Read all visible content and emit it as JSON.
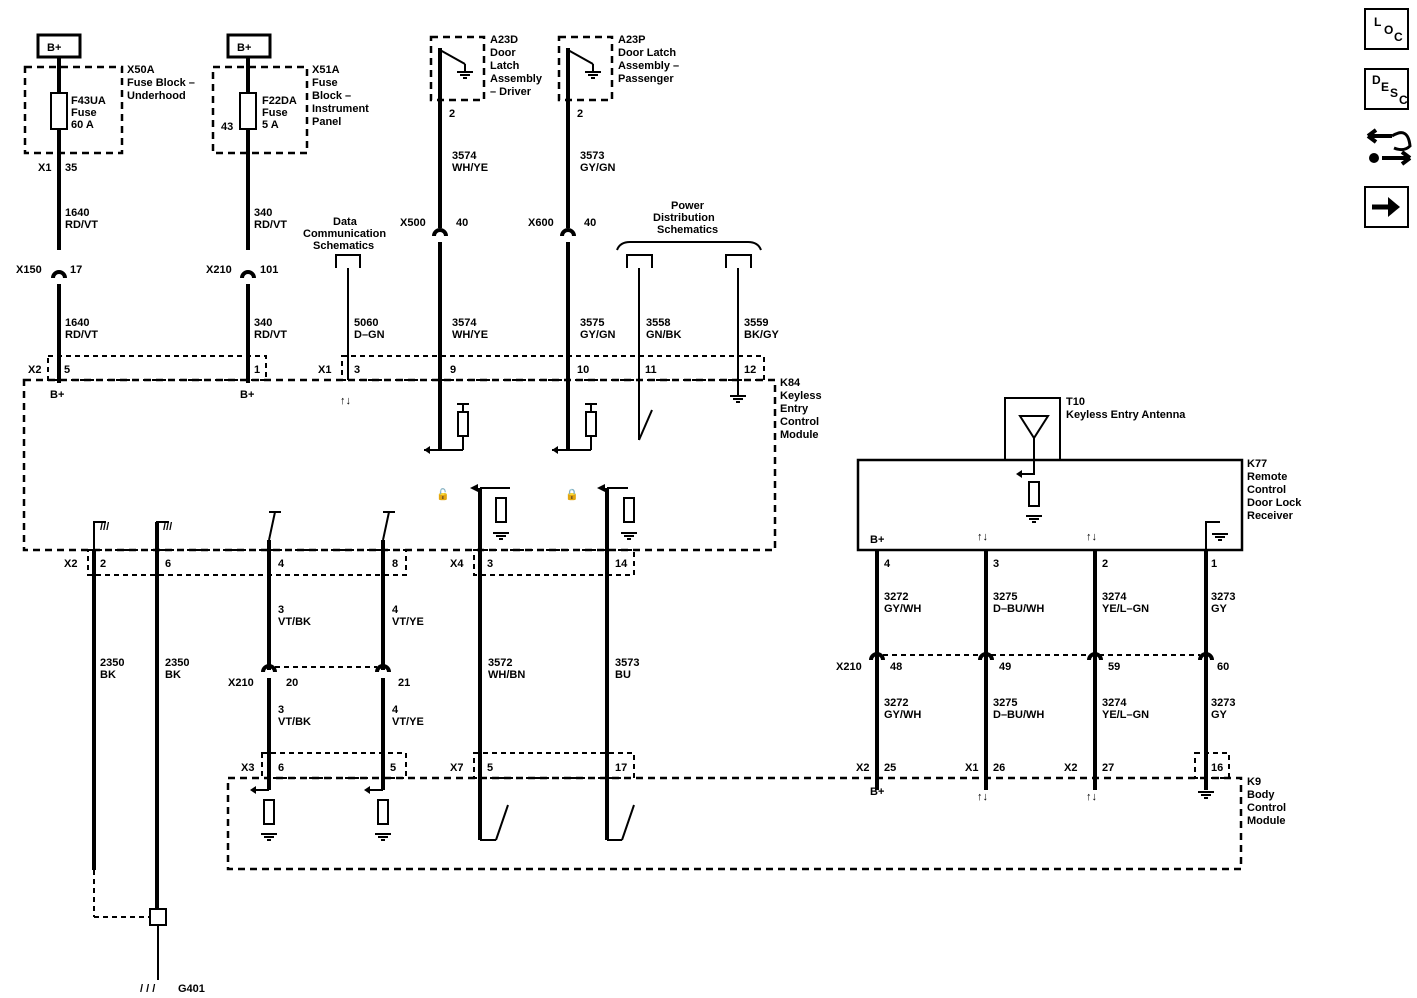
{
  "nav": {
    "loc": [
      "L",
      "O",
      "C"
    ],
    "desc": [
      "D",
      "E",
      "S",
      "C"
    ]
  },
  "fuses": {
    "bplus": "B+",
    "x50a": [
      "X50A",
      "Fuse Block –",
      "Underhood"
    ],
    "f43ua": [
      "F43UA",
      "Fuse",
      "60 A"
    ],
    "x51a": [
      "X51A",
      "Fuse",
      "Block –",
      "Instrument",
      "Panel"
    ],
    "f22da": [
      "F22DA",
      "Fuse",
      "5 A"
    ],
    "pin43": "43",
    "x1": "X1",
    "pin35": "35"
  },
  "latches": {
    "a23d": [
      "A23D",
      "Door",
      "Latch",
      "Assembly",
      "– Driver"
    ],
    "a23p": [
      "A23P",
      "Door Latch",
      "Assembly –",
      "Passenger"
    ],
    "pin2": "2"
  },
  "wires": {
    "w1640": [
      "1640",
      "RD/VT"
    ],
    "w340": [
      "340",
      "RD/VT"
    ],
    "w3574": [
      "3574",
      "WH/YE"
    ],
    "w3573": [
      "3573",
      "GY/GN"
    ],
    "w3575": [
      "3575",
      "GY/GN"
    ],
    "w5060": [
      "5060",
      "D–GN"
    ],
    "w3558": [
      "3558",
      "GN/BK"
    ],
    "w3559": [
      "3559",
      "BK/GY"
    ],
    "w3": [
      "3",
      "VT/BK"
    ],
    "w4": [
      "4",
      "VT/YE"
    ],
    "w3572": [
      "3572",
      "WH/BN"
    ],
    "w3573bu": [
      "3573",
      "BU"
    ],
    "w2350": [
      "2350",
      "BK"
    ],
    "w3272": [
      "3272",
      "GY/WH"
    ],
    "w3275": [
      "3275",
      "D–BU/WH"
    ],
    "w3274": [
      "3274",
      "YE/L–GN"
    ],
    "w3273": [
      "3273",
      "GY"
    ]
  },
  "connectors": {
    "x150": "X150",
    "p17": "17",
    "x210": "X210",
    "p101": "101",
    "x500": "X500",
    "x600": "X600",
    "p40": "40",
    "x2": "X2",
    "x1": "X1",
    "x3": "X3",
    "x4": "X4",
    "x7": "X7",
    "p5": "5",
    "p1": "1",
    "p3": "3",
    "p9": "9",
    "p10": "10",
    "p11": "11",
    "p12": "12",
    "p2": "2",
    "p6": "6",
    "p4": "4",
    "p8": "8",
    "p14": "14",
    "p20": "20",
    "p21": "21",
    "p17b": "17",
    "p48": "48",
    "p49": "49",
    "p59": "59",
    "p60": "60",
    "p25": "25",
    "p26": "26",
    "p27": "27",
    "p16": "16"
  },
  "refs": {
    "data_comm": [
      "Data",
      "Communication",
      "Schematics"
    ],
    "power_dist": [
      "Power",
      "Distribution",
      "Schematics"
    ]
  },
  "modules": {
    "k84": [
      "K84",
      "Keyless",
      "Entry",
      "Control",
      "Module"
    ],
    "t10": [
      "T10",
      "Keyless Entry Antenna"
    ],
    "k77": [
      "K77",
      "Remote",
      "Control",
      "Door Lock",
      "Receiver"
    ],
    "k9": [
      "K9",
      "Body",
      "Control",
      "Module"
    ],
    "bplus": "B+"
  },
  "ground": "G401"
}
